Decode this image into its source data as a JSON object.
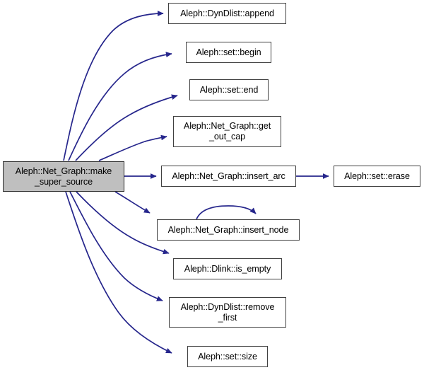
{
  "graph": {
    "title": "Aleph::Net_Graph::make_super_source call graph",
    "background_color": "#ffffff",
    "edge_color": "#26268c",
    "node_border_color": "#404040",
    "node_fill_color": "#ffffff",
    "root_fill_color": "#bfbfbf",
    "root_border_color": "#2b2b2b",
    "text_color": "#000000"
  },
  "root": {
    "label": "Aleph::Net_Graph::make\n_super_source"
  },
  "nodes": [
    {
      "id": "append",
      "label": "Aleph::DynDlist::append"
    },
    {
      "id": "begin",
      "label": "Aleph::set::begin"
    },
    {
      "id": "end",
      "label": "Aleph::set::end"
    },
    {
      "id": "get_out_cap",
      "label": "Aleph::Net_Graph::get\n_out_cap"
    },
    {
      "id": "insert_arc",
      "label": "Aleph::Net_Graph::insert_arc"
    },
    {
      "id": "insert_node",
      "label": "Aleph::Net_Graph::insert_node"
    },
    {
      "id": "is_empty",
      "label": "Aleph::Dlink::is_empty"
    },
    {
      "id": "remove_first",
      "label": "Aleph::DynDlist::remove\n_first"
    },
    {
      "id": "size",
      "label": "Aleph::set::size"
    },
    {
      "id": "erase",
      "label": "Aleph::set::erase"
    }
  ],
  "edges": [
    {
      "from": "make_super_source",
      "to": "append"
    },
    {
      "from": "make_super_source",
      "to": "begin"
    },
    {
      "from": "make_super_source",
      "to": "end"
    },
    {
      "from": "make_super_source",
      "to": "get_out_cap"
    },
    {
      "from": "make_super_source",
      "to": "insert_arc"
    },
    {
      "from": "make_super_source",
      "to": "insert_node"
    },
    {
      "from": "make_super_source",
      "to": "is_empty"
    },
    {
      "from": "make_super_source",
      "to": "remove_first"
    },
    {
      "from": "make_super_source",
      "to": "size"
    },
    {
      "from": "insert_arc",
      "to": "erase"
    },
    {
      "from": "insert_node",
      "to": "insert_node"
    }
  ]
}
